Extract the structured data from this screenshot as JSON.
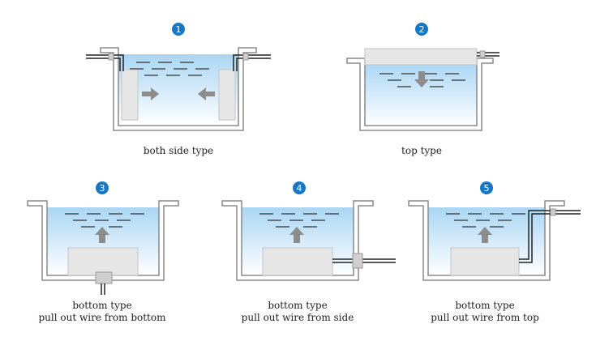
{
  "colors": {
    "badge": "#1677c4",
    "tank_wall": "#8a8a8a",
    "water_top": "#a9d6f4",
    "water_bottom": "#ffffff",
    "transducer": "#e6e6e6",
    "arrow": "#8c8c8c",
    "wire": "#222222"
  },
  "panels": [
    {
      "number": "1",
      "caption_lines": [
        "both side type"
      ]
    },
    {
      "number": "2",
      "caption_lines": [
        "top type"
      ]
    },
    {
      "number": "3",
      "caption_lines": [
        "bottom  type",
        "pull out wire from bottom"
      ]
    },
    {
      "number": "4",
      "caption_lines": [
        "bottom type",
        "pull out wire from side"
      ]
    },
    {
      "number": "5",
      "caption_lines": [
        "bottom type",
        "pull out wire from top"
      ]
    }
  ]
}
